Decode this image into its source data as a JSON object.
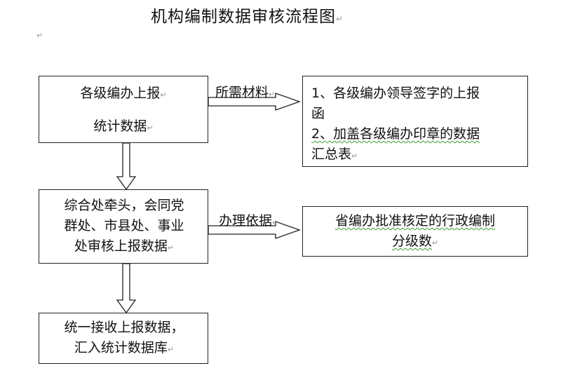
{
  "title": "机构编制数据审核流程图",
  "marks": {
    "paragraph": "↵",
    "return": "↵"
  },
  "nodes": {
    "report_source": {
      "line1": "各级编办上报",
      "line2": "统计数据"
    },
    "materials": {
      "item1_a": "1、各级编办领导签字的上报",
      "item1_b": "函",
      "item2_a": "2、加盖各级编办印章的数据",
      "item2_b": "汇总表"
    },
    "review": {
      "line1": "综合处牵头，会同党",
      "line2": "群处、市县处、事业",
      "line3": "处审核上报数据"
    },
    "basis": {
      "line1": "省编办批准核定的行政编制",
      "line2": "分级数"
    },
    "receive": {
      "line1": "统一接收上报数据，",
      "line2": "汇入统计数据库"
    }
  },
  "edges": {
    "materials_label": "所需材料",
    "basis_label": "办理依据"
  }
}
